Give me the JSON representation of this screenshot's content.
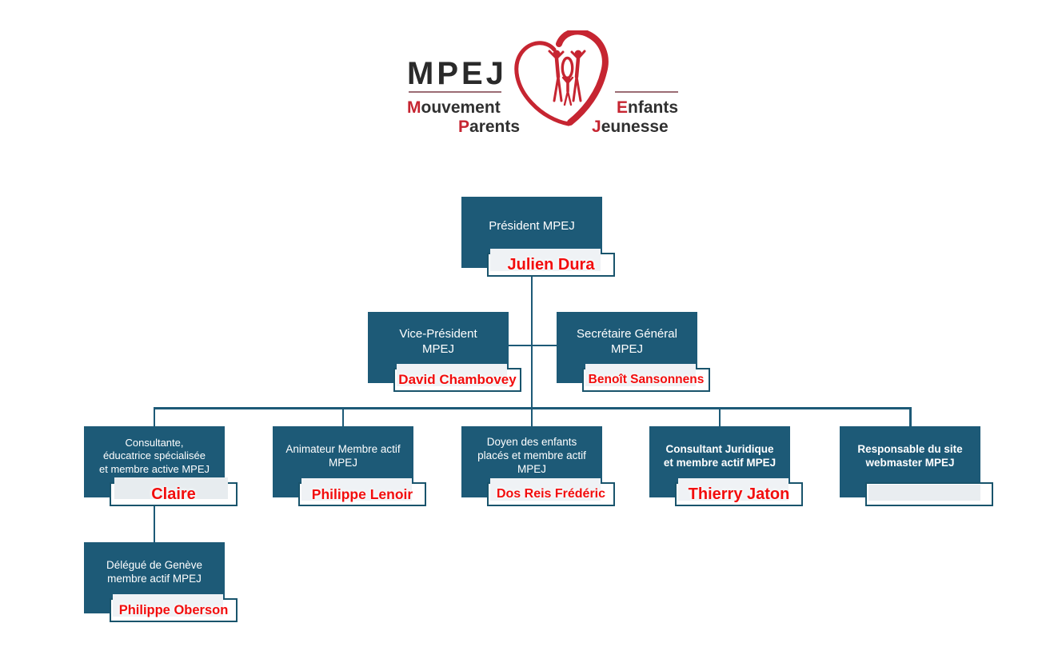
{
  "logo": {
    "wordmark": "MPEJ",
    "heart_icon": "heart-family-icon",
    "words": [
      {
        "initial": "M",
        "rest": "ouvement"
      },
      {
        "initial": "P",
        "rest": "arents"
      },
      {
        "initial": "E",
        "rest": "nfants"
      },
      {
        "initial": "J",
        "rest": "eunesse"
      }
    ],
    "colors": {
      "accent_red": "#C62531",
      "text_dark": "#2A2A2A"
    }
  },
  "org": {
    "colors": {
      "box_fill": "#1D5A77",
      "plate_border": "#19546C",
      "name_red": "#F20D0D",
      "plate_highlight": "#E9EDF0",
      "connector": "#1D5A77"
    },
    "nodes": [
      {
        "id": "president",
        "title": "Président MPEJ",
        "name": "Julien Dura"
      },
      {
        "id": "vp",
        "title": "Vice-Président\nMPEJ",
        "name": "David Chambovey"
      },
      {
        "id": "sg",
        "title": "Secrétaire Général\nMPEJ",
        "name": "Benoît Sansonnens"
      },
      {
        "id": "consultante",
        "title": "Consultante,\néducatrice spécialisée\net membre active MPEJ",
        "name": "Claire"
      },
      {
        "id": "animateur",
        "title": "Animateur Membre actif\nMPEJ",
        "name": "Philippe Lenoir"
      },
      {
        "id": "doyen",
        "title": "Doyen des enfants\nplacés et membre actif\nMPEJ",
        "name": "Dos Reis Frédéric"
      },
      {
        "id": "juridique",
        "title": "Consultant Juridique\net membre actif MPEJ",
        "name": "Thierry Jaton"
      },
      {
        "id": "webmaster",
        "title": "Responsable du site\nwebmaster MPEJ",
        "name": ""
      },
      {
        "id": "delegue",
        "title": "Délégué de Genève\nmembre actif MPEJ",
        "name": "Philippe Oberson"
      }
    ]
  }
}
